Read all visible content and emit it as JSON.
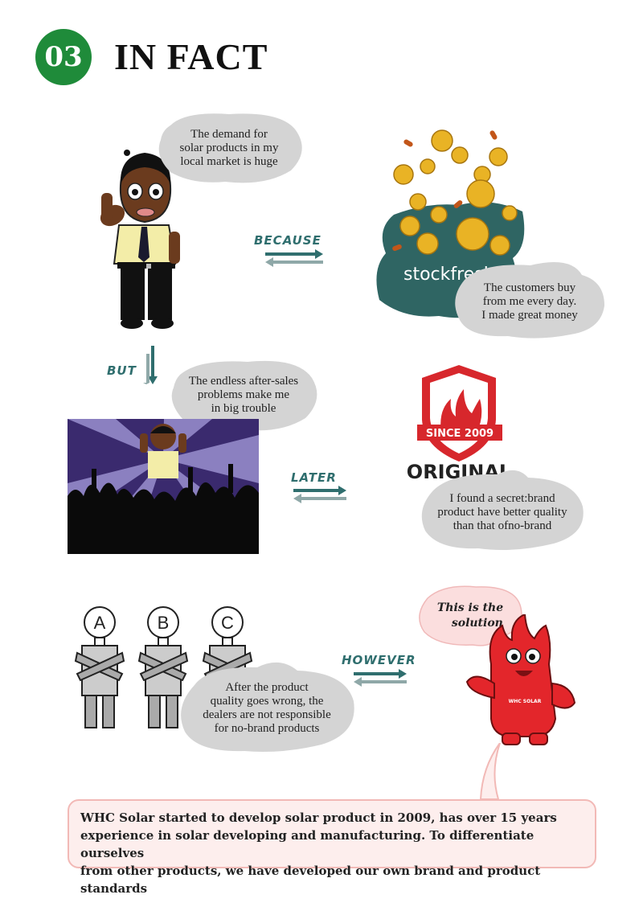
{
  "header": {
    "number": "03",
    "title": "IN FACT"
  },
  "bubbles": {
    "demand": [
      "The demand for",
      "solar products in my",
      "local market is huge"
    ],
    "customers": [
      "The customers buy",
      "from me every day.",
      "I made great money"
    ],
    "trouble": [
      "The endless after-sales",
      "problems make me",
      "in big trouble"
    ],
    "secret": [
      "I found a secret:brand",
      "product have better quality",
      "than that ofno-brand"
    ],
    "dealers": [
      "After the product",
      "quality goes wrong, the",
      "dealers are not responsible",
      "for no-brand products"
    ],
    "solution": [
      "This is the",
      "solution"
    ]
  },
  "connectors": {
    "because": "BECAUSE",
    "but": "BUT",
    "later": "LATER",
    "however": "HOWEVER"
  },
  "images": {
    "stock_logo": "stockfresh",
    "shield_since": "SINCE 2009",
    "shield_word": "ORIGINAL",
    "mascot_badge": "WHC SOLAR",
    "dealer_labels": [
      "A",
      "B",
      "C"
    ]
  },
  "final_text": [
    "WHC Solar started to develop solar product in 2009, has over 15 years",
    "experience in solar developing and manufacturing. To differentiate ourselves",
    "from other products, we have developed our own brand and product standards"
  ],
  "colors": {
    "badge_green": "#1f8b3a",
    "connector_teal": "#2f6e6e",
    "bubble_gray": "#d4d4d4",
    "mascot_red": "#e3262b",
    "final_pink": "#fdeeed"
  }
}
